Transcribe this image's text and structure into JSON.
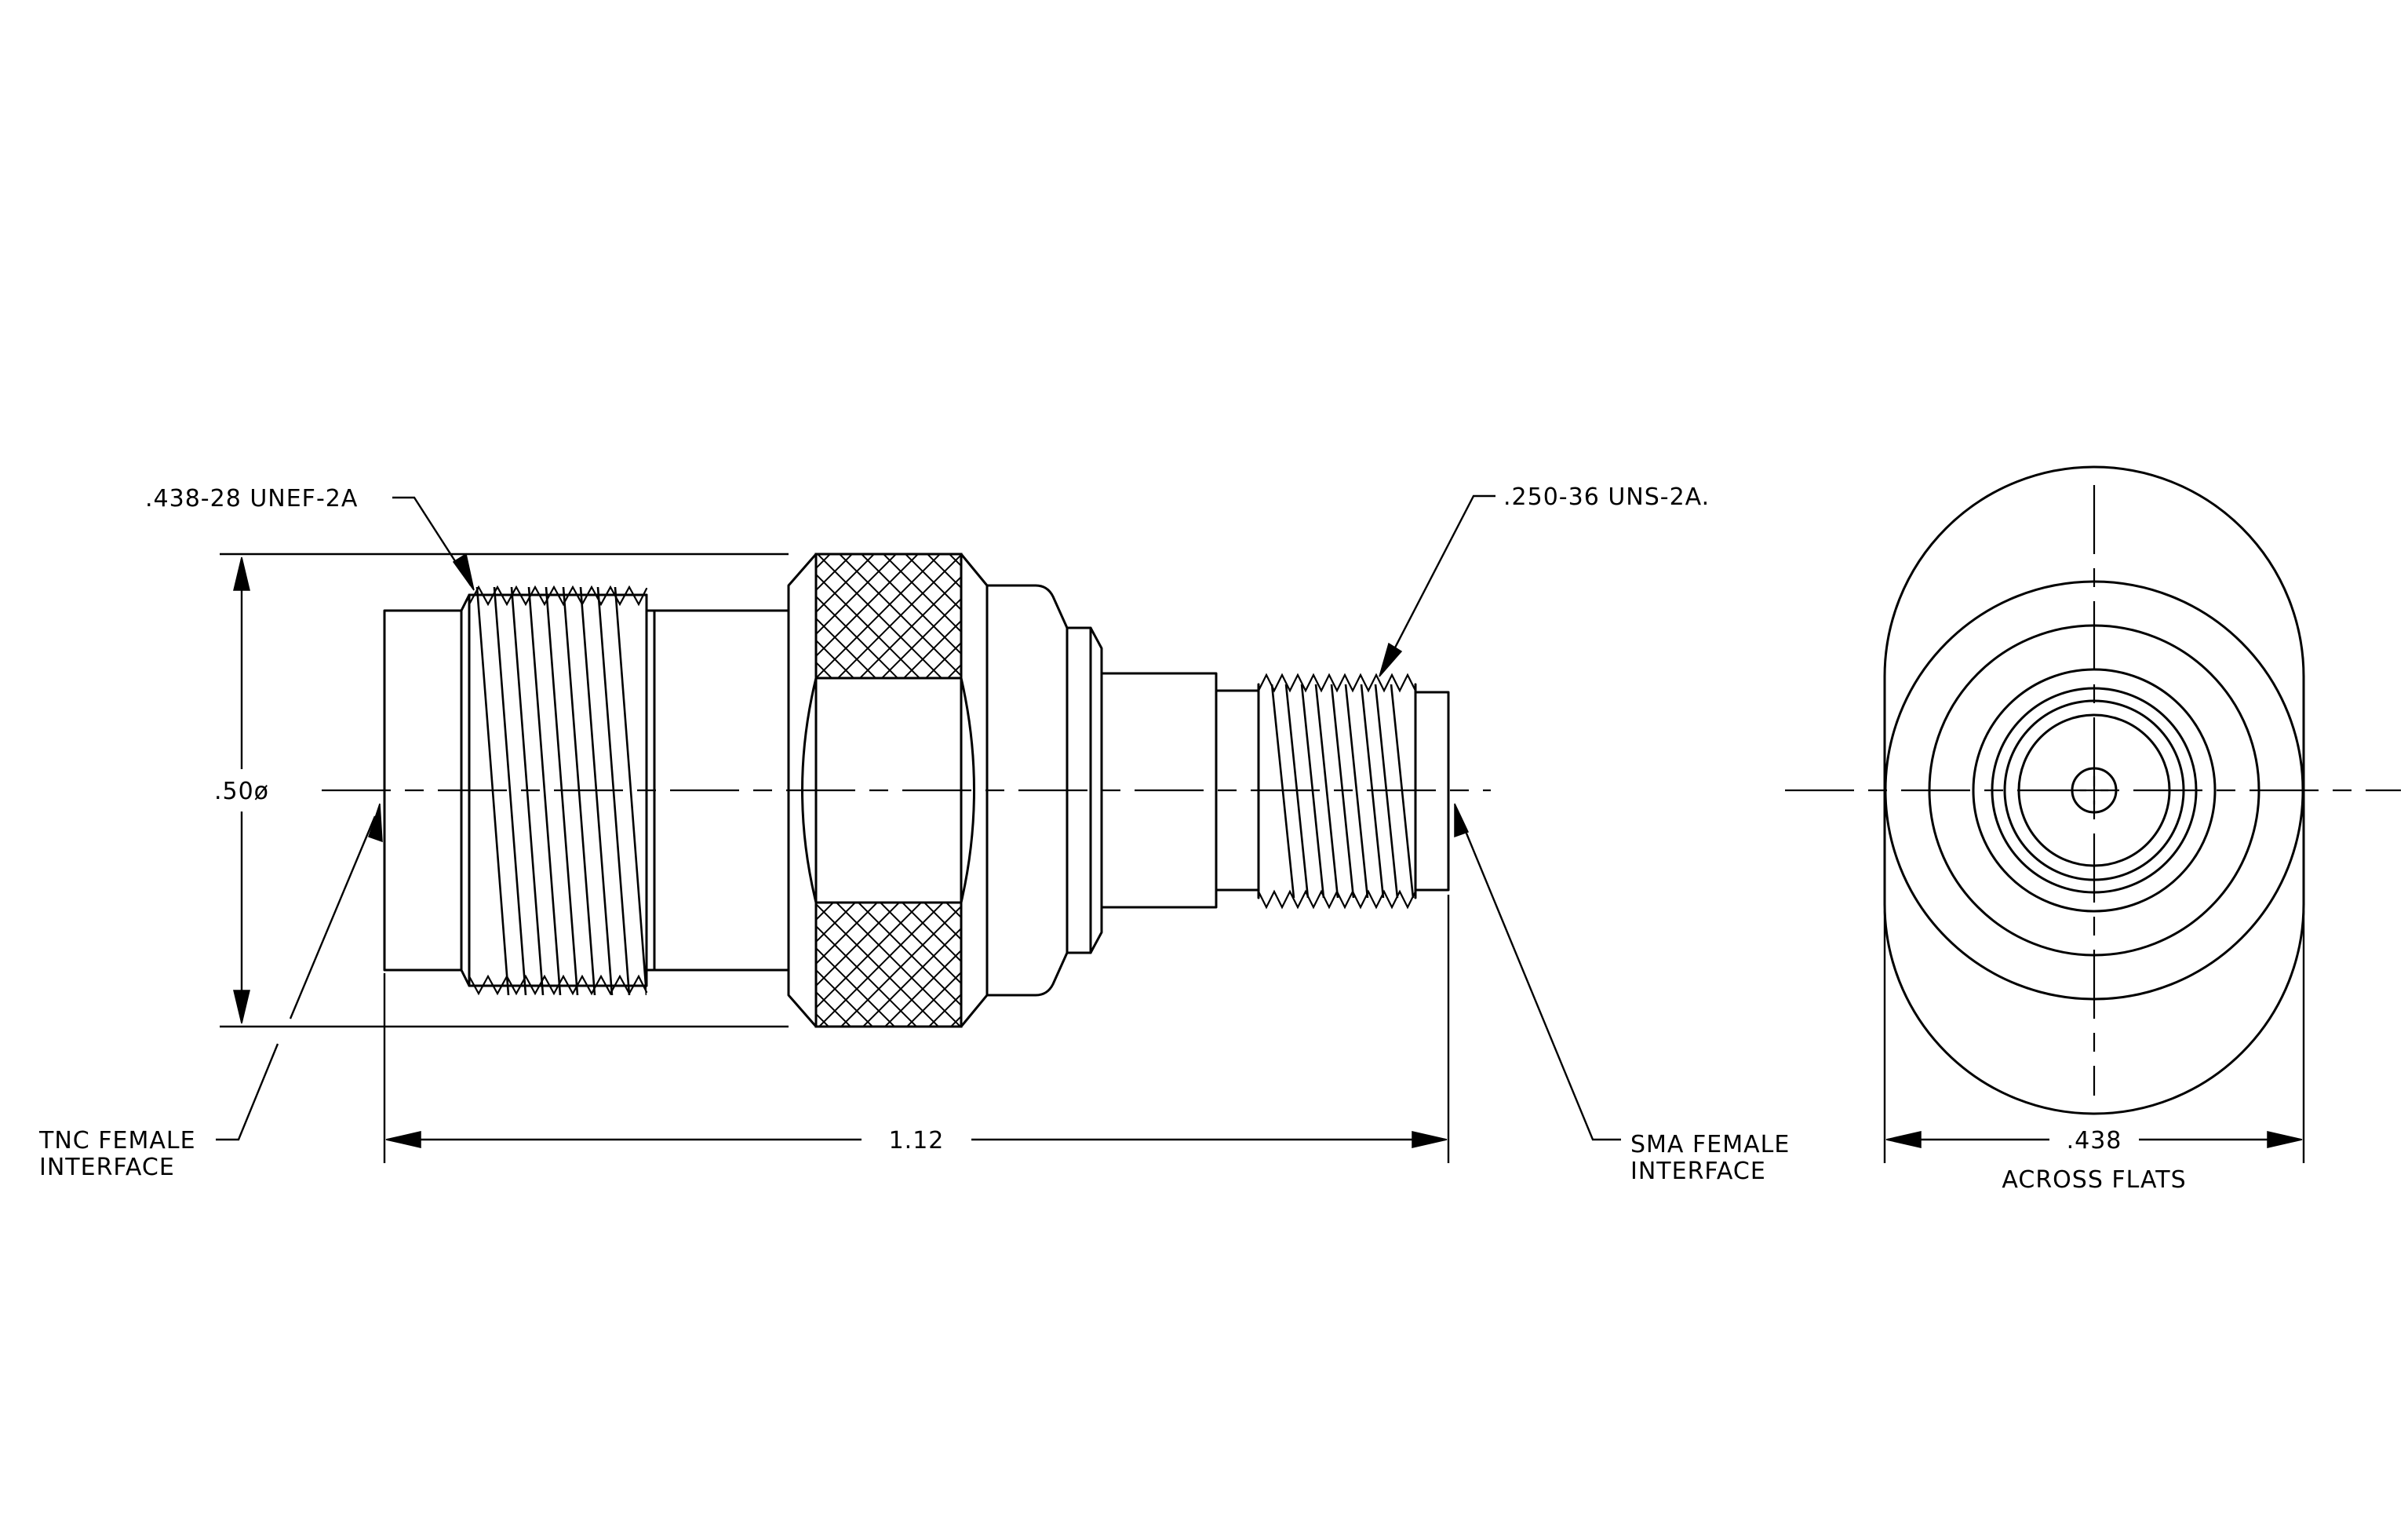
{
  "labels": {
    "tnc_thread": ".438-28 UNEF-2A",
    "sma_thread": ".250-36 UNS-2A.",
    "diameter": ".50ø",
    "length": "1.12",
    "tnc_interface_1": "TNC FEMALE",
    "tnc_interface_2": "INTERFACE",
    "sma_interface_1": "SMA FEMALE",
    "sma_interface_2": "INTERFACE",
    "flats_value": ".438",
    "flats_caption": "ACROSS FLATS"
  }
}
